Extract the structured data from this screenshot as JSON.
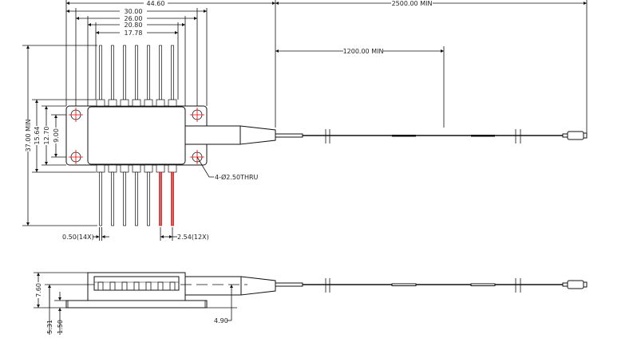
{
  "title": "Butterfly laser module outline drawing",
  "colors": {
    "line": "#111111",
    "highlight": "#e00000",
    "red_pin": "#c86464"
  },
  "top_view": {
    "dims": {
      "overall_width": "44.60",
      "flange_width": "30.00",
      "hole_pitch": "26.00",
      "body_width": "20.80",
      "pin_span": "17.78",
      "fiber_total": "2500.00 MIN",
      "fiber_mid": "1200.00 MIN",
      "pin_length": "37.00 MIN",
      "pin_row_gap": "15.64",
      "flange_height": "12.70",
      "hole_vertical": "9.00",
      "pin_width": "0.50(14X)",
      "pin_pitch": "2.54(12X)",
      "holes": "4-Ø2.50THRU"
    }
  },
  "side_view": {
    "dims": {
      "height": "7.60",
      "fiber_height": "5.31",
      "base_thickness": "1.50",
      "boot_height": "4.90"
    }
  }
}
